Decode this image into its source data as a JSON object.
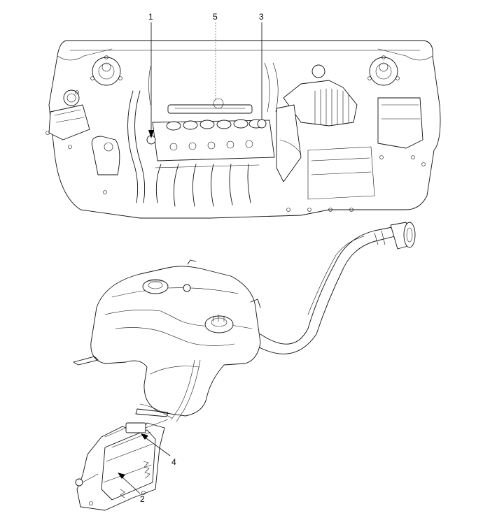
{
  "callouts": [
    {
      "id": "1",
      "label": "1"
    },
    {
      "id": "5",
      "label": "5"
    },
    {
      "id": "3",
      "label": "3"
    },
    {
      "id": "4",
      "label": "4"
    },
    {
      "id": "2",
      "label": "2"
    }
  ],
  "figure": {
    "top_part": "engine-bay",
    "bottom_part": "fuel-tank-and-canister"
  }
}
